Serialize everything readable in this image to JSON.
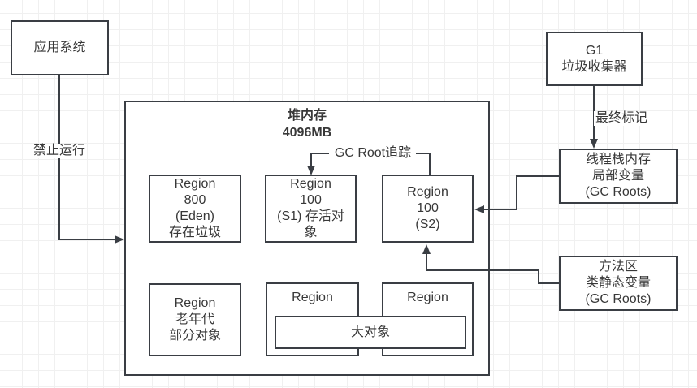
{
  "canvas": {
    "app_system": "应用系统",
    "g1_collector": "G1\n垃圾收集器",
    "heap_title": "堆内存\n4096MB",
    "region_eden": "Region\n800\n(Eden)\n存在垃圾",
    "region_s1": "Region\n100\n(S1) 存活对\n象",
    "region_s2": "Region\n100\n(S2)",
    "region_old": "Region\n老年代\n部分对象",
    "region_bottom_mid": "Region",
    "region_bottom_right": "Region",
    "big_object": "大对象",
    "thread_stack": "线程栈内存\n局部变量\n(GC Roots)",
    "method_area": "方法区\n类静态变量\n(GC Roots)",
    "label_forbid_run": "禁止运行",
    "label_final_mark": "最终标记",
    "label_gc_root_trace": "GC Root追踪",
    "colors": {
      "stroke": "#3a3e44",
      "text": "#383838",
      "background": "#ffffff",
      "grid_line": "#f0f0f0"
    }
  }
}
